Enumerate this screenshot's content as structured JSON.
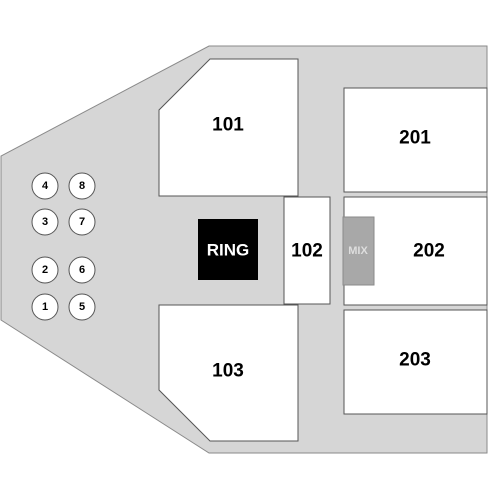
{
  "colors": {
    "floor": "#d6d6d6",
    "floor_stroke": "#8a8a8a",
    "section_fill": "#ffffff",
    "ring": "#000000",
    "ring_text": "#ffffff",
    "mix": "#a8a8a8",
    "mix_text": "#dedede"
  },
  "ring": {
    "label": "RING"
  },
  "mix": {
    "label": "MIX"
  },
  "sections": {
    "s101": "101",
    "s102": "102",
    "s103": "103",
    "s201": "201",
    "s202": "202",
    "s203": "203"
  },
  "tables": {
    "t1": "1",
    "t2": "2",
    "t3": "3",
    "t4": "4",
    "t5": "5",
    "t6": "6",
    "t7": "7",
    "t8": "8"
  }
}
